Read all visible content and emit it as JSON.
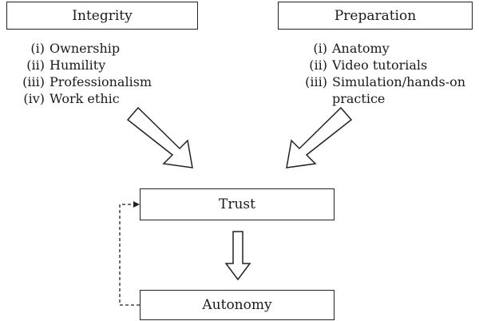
{
  "boxes": {
    "integrity": "Integrity",
    "preparation": "Preparation",
    "trust": "Trust",
    "autonomy": "Autonomy"
  },
  "integrity_items": [
    {
      "num": "(i)",
      "text": "Ownership"
    },
    {
      "num": "(ii)",
      "text": "Humility"
    },
    {
      "num": "(iii)",
      "text": "Professionalism"
    },
    {
      "num": "(iv)",
      "text": "Work ethic"
    }
  ],
  "preparation_items": [
    {
      "num": "(i)",
      "text": "Anatomy"
    },
    {
      "num": "(ii)",
      "text": "Video tutorials"
    },
    {
      "num": "(iii)",
      "text": "Simulation/hands-on practice"
    }
  ]
}
